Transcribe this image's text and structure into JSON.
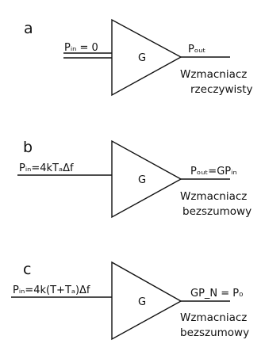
{
  "colors": {
    "ink": "#111111",
    "background": "#ffffff"
  },
  "panels": [
    {
      "letter": "a",
      "input_label": "Pᵢₙ = 0",
      "gain_label": "G",
      "output_label": "Pₒᵤₜ",
      "caption_line1": "Wzmacniacz",
      "caption_line2": "rzeczywisty"
    },
    {
      "letter": "b",
      "input_label": "Pᵢₙ=4kTₐΔf",
      "gain_label": "G",
      "output_label": "Pₒᵤₜ=GPᵢₙ",
      "caption_line1": "Wzmacniacz",
      "caption_line2": "bezszumowy"
    },
    {
      "letter": "c",
      "input_label": "Pᵢₙ=4k(T+Tₐ)Δf",
      "gain_label": "G",
      "output_label": "GP_N = P₀",
      "caption_line1": "Wzmacniacz",
      "caption_line2": "bezszumowy"
    }
  ]
}
